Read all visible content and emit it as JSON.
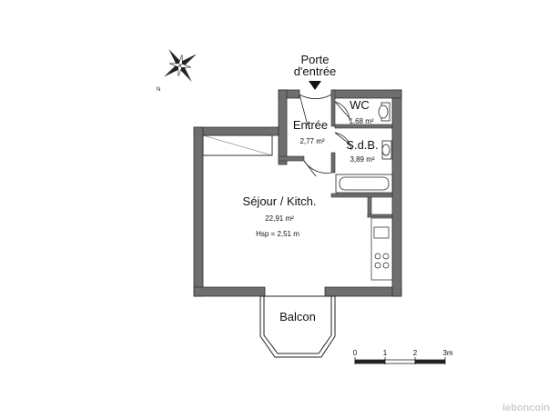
{
  "rooms": {
    "entree": {
      "name": "Entrée",
      "area": "2,77 m²"
    },
    "wc": {
      "name": "WC",
      "area": "1,68 m²"
    },
    "sdb": {
      "name": "S.d.B.",
      "area": "3,89 m²"
    },
    "sejour": {
      "name": "Séjour / Kitch.",
      "area": "22,91 m²",
      "height": "Hsp = 2,51 m"
    },
    "balcon": {
      "name": "Balcon"
    }
  },
  "entrance": {
    "line1": "Porte",
    "line2": "d'entrée"
  },
  "scale": {
    "ticks": [
      "0",
      "1",
      "2",
      "3m"
    ]
  },
  "compass": {
    "north": "N"
  },
  "watermark": "leboncoin",
  "colors": {
    "wall": "#6e6e6e",
    "wall_border": "#333333",
    "line": "#222222"
  }
}
